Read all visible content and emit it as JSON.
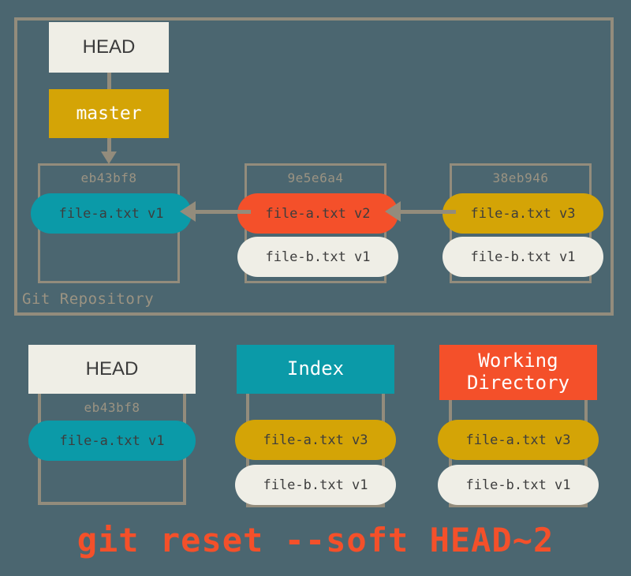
{
  "colors": {
    "background": "#4b6670",
    "border": "#938c7c",
    "label": "#9b9382",
    "teal": "#0b9aa8",
    "red": "#f4502a",
    "gold": "#d4a406",
    "cream": "#efeee6",
    "text_dark": "#3d3d3d"
  },
  "repository": {
    "label": "Git Repository",
    "refs": {
      "head": "HEAD",
      "branch": "master"
    },
    "commits": [
      {
        "sha": "eb43bf8",
        "files": [
          {
            "name": "file-a.txt v1",
            "color": "teal"
          }
        ]
      },
      {
        "sha": "9e5e6a4",
        "files": [
          {
            "name": "file-a.txt v2",
            "color": "red"
          },
          {
            "name": "file-b.txt v1",
            "color": "cream"
          }
        ]
      },
      {
        "sha": "38eb946",
        "files": [
          {
            "name": "file-a.txt v3",
            "color": "gold"
          },
          {
            "name": "file-b.txt v1",
            "color": "cream"
          }
        ]
      }
    ]
  },
  "areas": [
    {
      "id": "head",
      "title": "HEAD",
      "title_line_1": "HEAD",
      "title_line_2": "",
      "sha": "eb43bf8",
      "files": [
        {
          "name": "file-a.txt v1",
          "color": "teal"
        }
      ]
    },
    {
      "id": "index",
      "title": "Index",
      "title_line_1": "Index",
      "title_line_2": "",
      "files": [
        {
          "name": "file-a.txt v3",
          "color": "gold"
        },
        {
          "name": "file-b.txt v1",
          "color": "cream"
        }
      ]
    },
    {
      "id": "working-directory",
      "title": "Working Directory",
      "title_line_1": "Working",
      "title_line_2": "Directory",
      "files": [
        {
          "name": "file-a.txt v3",
          "color": "gold"
        },
        {
          "name": "file-b.txt v1",
          "color": "cream"
        }
      ]
    }
  ],
  "command": "git reset --soft HEAD~2"
}
